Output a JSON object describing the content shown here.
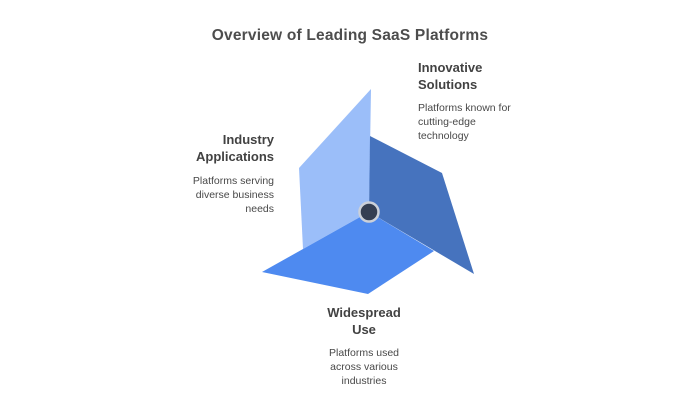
{
  "title": "Overview of Leading SaaS Platforms",
  "colors": {
    "background": "#ffffff",
    "title_text": "#4d4d4d",
    "heading_text": "#424242",
    "body_text": "#484848",
    "blade_industry_light_blue": "#9bbef9",
    "blade_innovative_dark_blue": "#4673be",
    "blade_widespread_medium_blue": "#4e8af0",
    "hub_fill": "#343e52",
    "hub_ring": "#cbd0d9"
  },
  "diagram_type": "pinwheel-3-blades",
  "sections": {
    "innovative": {
      "heading_lines": [
        "Innovative",
        "Solutions"
      ],
      "description_lines": [
        "Platforms known for",
        "cutting-edge",
        "technology"
      ]
    },
    "industry": {
      "heading_lines": [
        "Industry",
        "Applications"
      ],
      "description_lines": [
        "Platforms serving",
        "diverse business",
        "needs"
      ]
    },
    "widespread": {
      "heading_lines": [
        "Widespread",
        "Use"
      ],
      "description_lines": [
        "Platforms used",
        "across various",
        "industries"
      ]
    }
  }
}
